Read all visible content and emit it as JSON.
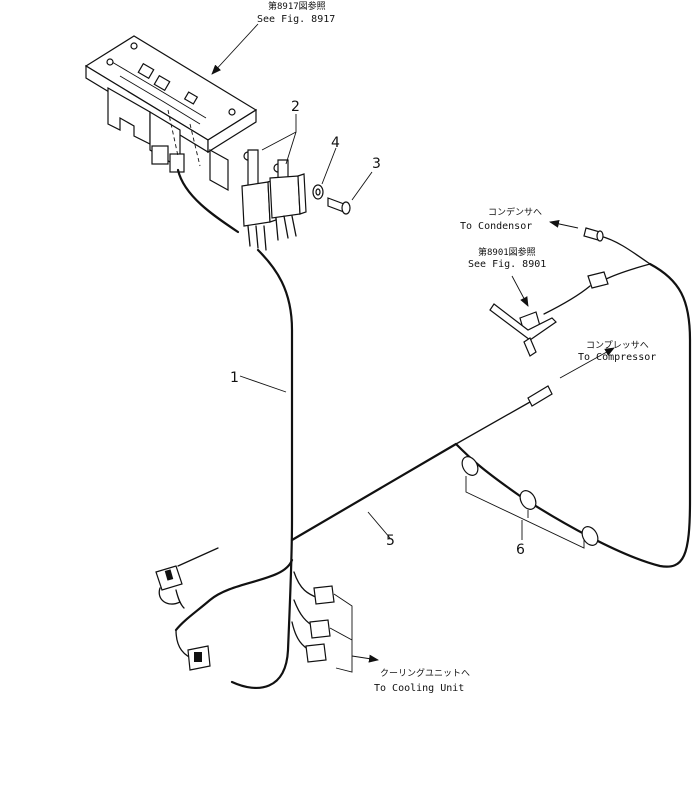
{
  "callouts": {
    "fig8917_jp": "第8917図参照",
    "fig8917_en": "See Fig. 8917",
    "condenser_jp": "コンデンサへ",
    "condenser_en": "To Condensor",
    "fig8901_jp": "第8901図参照",
    "fig8901_en": "See Fig. 8901",
    "compressor_jp": "コンプレッサへ",
    "compressor_en": "To Compressor",
    "cooling_jp": "クーリングユニットへ",
    "cooling_en": "To Cooling Unit"
  },
  "part_numbers": {
    "p1": "1",
    "p2": "2",
    "p3": "3",
    "p4": "4",
    "p5": "5",
    "p6": "6"
  }
}
